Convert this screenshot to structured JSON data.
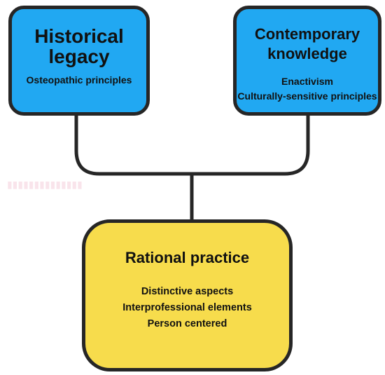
{
  "historical": {
    "title": [
      "Historical",
      "legacy"
    ],
    "items": [
      "Osteopathic principles"
    ]
  },
  "contemporary": {
    "title": [
      "Contemporary",
      "knowledge"
    ],
    "items": [
      "Enactivism",
      "Culturally-sensitive principles"
    ]
  },
  "rational": {
    "title": "Rational practice",
    "items": [
      "Distinctive aspects",
      "Interprofessional elements",
      "Person centered"
    ]
  },
  "colors": {
    "box_blue": "#21a8f2",
    "box_yellow": "#f7dc4c",
    "border": "#262626"
  }
}
